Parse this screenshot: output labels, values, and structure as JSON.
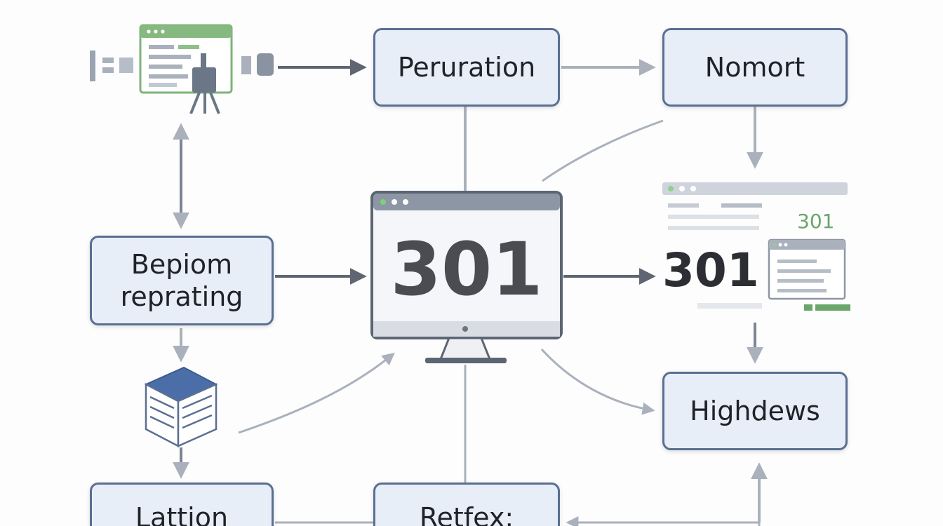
{
  "nodes": {
    "peruration": {
      "label": "Peruration"
    },
    "nomort": {
      "label": "Nomort"
    },
    "bepiom": {
      "line1": "Bepiom",
      "line2": "reprating"
    },
    "highdews": {
      "label": "Highdews"
    },
    "lattion": {
      "label": "Lattion"
    },
    "retfex": {
      "label": "Retfex:"
    }
  },
  "monitor": {
    "code": "301"
  },
  "browser_panel": {
    "code_large": "301",
    "code_small": "301"
  },
  "icons": {
    "top_left": "data-entry-form-icon",
    "monitor": "desktop-monitor-icon",
    "right_panel": "browser-window-icon",
    "stack": "document-stack-icon"
  },
  "colors": {
    "box_fill": "#e8eef8",
    "box_border": "#5a6f91",
    "arrow_dark": "#5f6672",
    "arrow_light": "#aab1bc",
    "accent_green": "#6aa56a"
  }
}
